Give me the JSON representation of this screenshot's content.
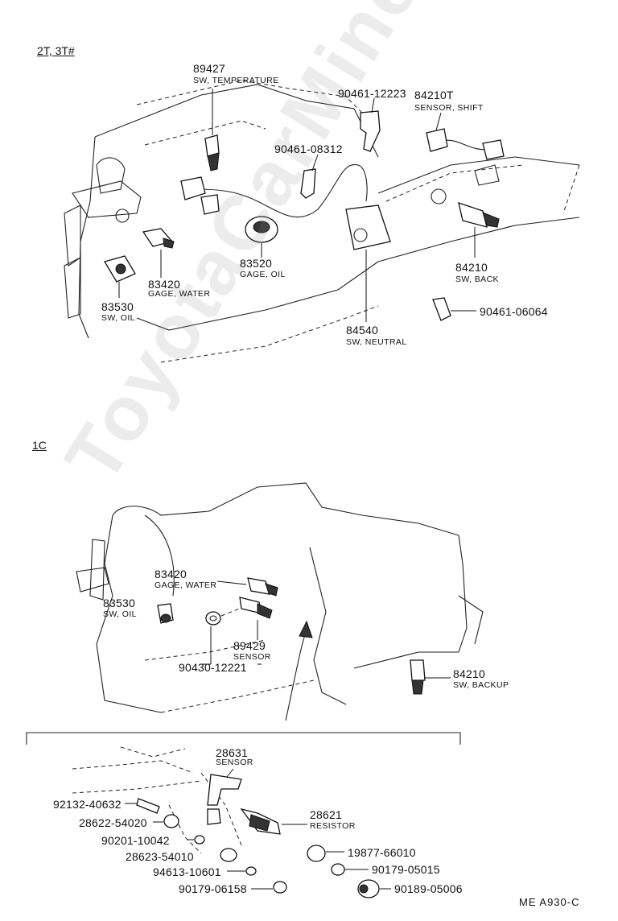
{
  "watermark": "ToyotaCarMine.ru",
  "sections": {
    "top": "2T, 3T#",
    "middle": "1C"
  },
  "top_parts": [
    {
      "id": "p89427",
      "number": "89427",
      "name": "SW, TEMPERATURE"
    },
    {
      "id": "p90461_12223",
      "number": "90461-12223",
      "name": ""
    },
    {
      "id": "p84210T",
      "number": "84210T",
      "name": "SENSOR, SHIFT"
    },
    {
      "id": "p90461_08312",
      "number": "90461-08312",
      "name": ""
    },
    {
      "id": "p83420",
      "number": "83420",
      "name": "GAGE, WATER"
    },
    {
      "id": "p83520",
      "number": "83520",
      "name": "GAGE, OIL"
    },
    {
      "id": "p83530",
      "number": "83530",
      "name": "SW, OIL"
    },
    {
      "id": "p84210",
      "number": "84210",
      "name": "SW, BACK"
    },
    {
      "id": "p90461_06064",
      "number": "90461-06064",
      "name": ""
    },
    {
      "id": "p84540",
      "number": "84540",
      "name": "SW, NEUTRAL"
    }
  ],
  "mid_parts": [
    {
      "id": "m83420",
      "number": "83420",
      "name": "GAGE, WATER"
    },
    {
      "id": "m83530",
      "number": "83530",
      "name": "SW, OIL"
    },
    {
      "id": "m89429",
      "number": "89429",
      "name": "SENSOR"
    },
    {
      "id": "m90430",
      "number": "90430-12221",
      "name": ""
    },
    {
      "id": "m84210",
      "number": "84210",
      "name": "SW, BACKUP"
    }
  ],
  "detail_parts": [
    {
      "id": "d28631",
      "number": "28631",
      "name": "SENSOR"
    },
    {
      "id": "d28621",
      "number": "28621",
      "name": "RESISTOR"
    },
    {
      "id": "d92132",
      "number": "92132-40632",
      "name": ""
    },
    {
      "id": "d28622",
      "number": "28622-54020",
      "name": ""
    },
    {
      "id": "d90201",
      "number": "90201-10042",
      "name": ""
    },
    {
      "id": "d28623",
      "number": "28623-54010",
      "name": ""
    },
    {
      "id": "d94613",
      "number": "94613-10601",
      "name": ""
    },
    {
      "id": "d90179_06158",
      "number": "90179-06158",
      "name": ""
    },
    {
      "id": "d19877",
      "number": "19877-66010",
      "name": ""
    },
    {
      "id": "d90179_05015",
      "number": "90179-05015",
      "name": ""
    },
    {
      "id": "d90189",
      "number": "90189-05006",
      "name": ""
    }
  ],
  "figure_code": "ME  A930-C"
}
